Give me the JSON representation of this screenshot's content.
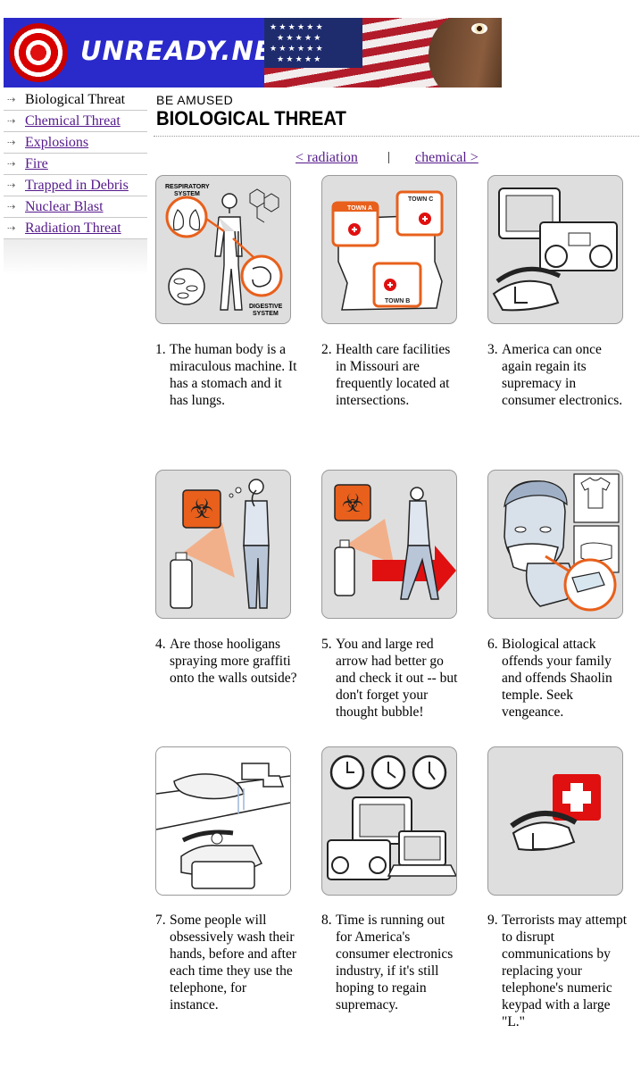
{
  "banner": {
    "logo_text": "UNREADY.NET"
  },
  "sidebar": {
    "items": [
      {
        "label": "Biological Threat"
      },
      {
        "label": "Chemical Threat"
      },
      {
        "label": "Explosions"
      },
      {
        "label": "Fire"
      },
      {
        "label": "Trapped in Debris"
      },
      {
        "label": "Nuclear Blast"
      },
      {
        "label": "Radiation Threat"
      }
    ]
  },
  "header": {
    "kicker": "BE AMUSED",
    "title": "BIOLOGICAL THREAT"
  },
  "nav": {
    "prev": "< radiation",
    "separator": "|",
    "next": "chemical >"
  },
  "panels": [
    {
      "num": "1.",
      "caption": "The human body is a miraculous machine. It has a stomach and it has lungs.",
      "labels": {
        "a": "RESPIRATORY",
        "b": "SYSTEM",
        "c": "DIGESTIVE",
        "d": "SYSTEM"
      }
    },
    {
      "num": "2.",
      "caption": "Health care facilities in Missouri are frequently located at intersections.",
      "labels": {
        "a": "TOWN A",
        "b": "TOWN C",
        "c": "TOWN B"
      }
    },
    {
      "num": "3.",
      "caption": "America can once again regain its supremacy in consumer electronics."
    },
    {
      "num": "4.",
      "caption": "Are those hooligans spraying more graffiti onto the walls outside?"
    },
    {
      "num": "5.",
      "caption": "You and large red arrow had better go and check it out -- but don't forget your thought bubble!"
    },
    {
      "num": "6.",
      "caption": "Biological attack offends your family and offends Shaolin temple. Seek vengeance."
    },
    {
      "num": "7.",
      "caption": "Some people will obsessively wash their hands, before and after each time they use the telephone, for instance."
    },
    {
      "num": "8.",
      "caption": "Time is running out for America's consumer electronics industry, if it's still hoping to regain supremacy."
    },
    {
      "num": "9.",
      "caption": "Terrorists may attempt to disrupt communications by replacing your telephone's numeric keypad with a large \"L.\""
    }
  ],
  "colors": {
    "accent": "#e8601c",
    "link": "#551a8b",
    "banner_blue": "#2a2acb",
    "cross_red": "#e01010"
  }
}
